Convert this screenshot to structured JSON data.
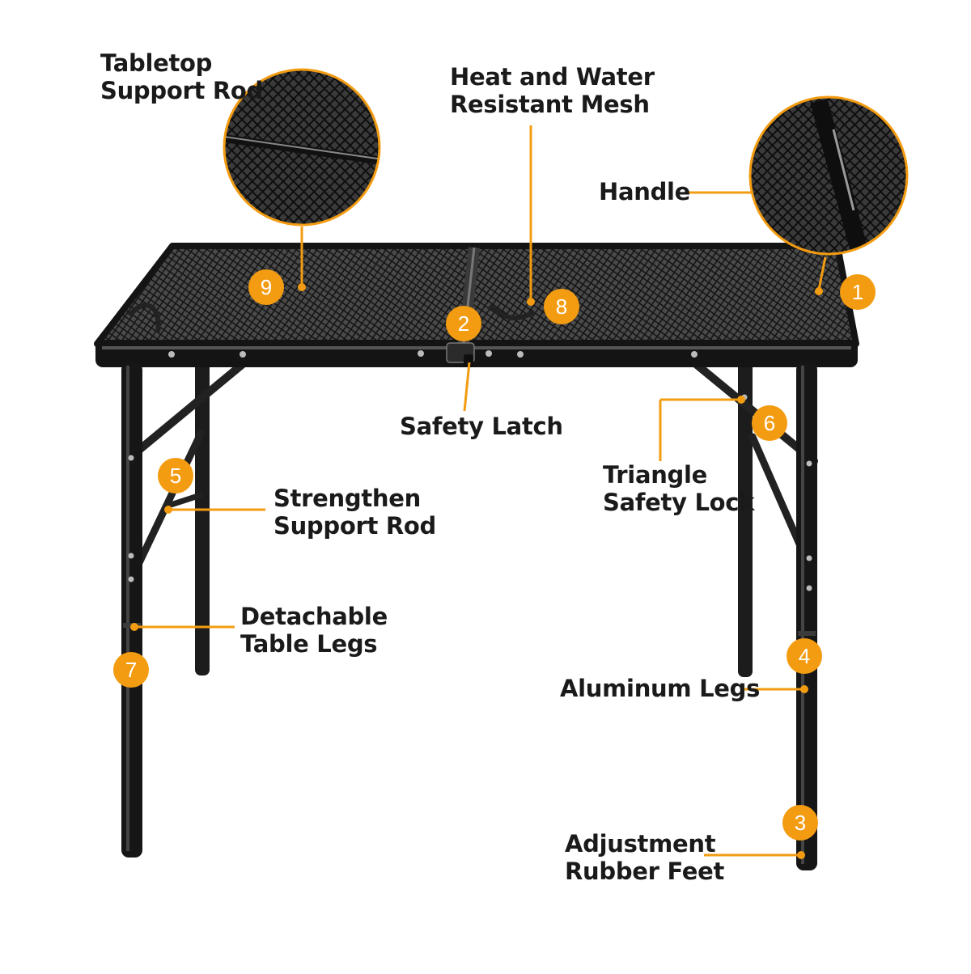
{
  "colors": {
    "accent": "#f39c12",
    "frame": "#141414",
    "mesh": "#2a2a2a",
    "text": "#1a1a1a"
  },
  "features": [
    {
      "number": "1",
      "lines": [
        "Handle"
      ]
    },
    {
      "number": "2",
      "lines": [
        "Safety Latch"
      ]
    },
    {
      "number": "3",
      "lines": [
        "Adjustment",
        "Rubber Feet"
      ]
    },
    {
      "number": "4",
      "lines": [
        "Aluminum Legs"
      ]
    },
    {
      "number": "5",
      "lines": [
        "Strengthen",
        "Support Rod"
      ]
    },
    {
      "number": "6",
      "lines": [
        "Triangle",
        "Safety Lock"
      ]
    },
    {
      "number": "7",
      "lines": [
        "Detachable",
        "Table Legs"
      ]
    },
    {
      "number": "8",
      "lines": [
        "Heat and Water",
        "Resistant Mesh"
      ]
    },
    {
      "number": "9",
      "lines": [
        "Tabletop",
        "Support Rod"
      ]
    }
  ]
}
